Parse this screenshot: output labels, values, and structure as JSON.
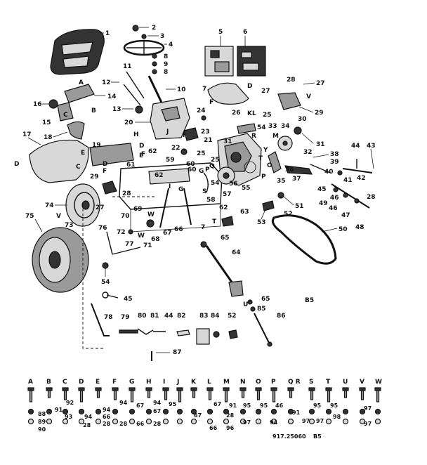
{
  "labels": {
    "n1": "1",
    "n2": "2",
    "n3": "3",
    "n4": "4",
    "n5": "5",
    "n6": "6",
    "n7": "7",
    "n8": "8",
    "n9": "9",
    "n10": "10",
    "n11": "11",
    "n12": "12",
    "n13": "13",
    "n14": "14",
    "n15": "15",
    "n16": "16",
    "n17": "17",
    "n18": "18",
    "n19": "19",
    "n20": "20",
    "n21": "21",
    "n22": "22",
    "n23": "23",
    "n24": "24",
    "n25": "25",
    "n26": "26",
    "n27": "27",
    "n28": "28",
    "n29": "29",
    "n30": "30",
    "n31": "31",
    "n32": "32",
    "n33": "33",
    "n34": "34",
    "n35": "35",
    "n36": "36",
    "n37": "37",
    "n38": "38",
    "n39": "39",
    "n40": "40",
    "n41": "41",
    "n42": "42",
    "n43": "43",
    "n44": "44",
    "n45": "45",
    "n46": "46",
    "n47": "47",
    "n48": "48",
    "n49": "49",
    "n50": "50",
    "n51": "51",
    "n52": "52",
    "n53": "53",
    "n54": "54",
    "n55": "55",
    "n56": "56",
    "n57": "57",
    "n58": "58",
    "n59": "59",
    "n60": "60",
    "n61": "61",
    "n62": "62",
    "n63": "63",
    "n64": "64",
    "n65": "65",
    "n66": "66",
    "n67": "67",
    "n68": "68",
    "n69": "69",
    "n70": "70",
    "n71": "71",
    "n72": "72",
    "n73": "73",
    "n74": "74",
    "n75": "75",
    "n76": "76",
    "n77": "77",
    "n78": "78",
    "n79": "79",
    "n80": "80",
    "n81": "81",
    "n82": "82",
    "n83": "83",
    "n84": "84",
    "n85": "85",
    "n86": "86",
    "n87": "87",
    "n88": "88",
    "n89": "89",
    "n90": "90",
    "n91": "91",
    "n92": "92",
    "n93": "93",
    "n94": "94",
    "n95": "95",
    "n96": "96",
    "n97": "97",
    "n98": "98"
  },
  "letters": {
    "A": "A",
    "B": "B",
    "C": "C",
    "D": "D",
    "E": "E",
    "F": "F",
    "G": "G",
    "H": "H",
    "I": "I",
    "J": "J",
    "K": "K",
    "L": "L",
    "M": "M",
    "N": "N",
    "O": "O",
    "P": "P",
    "Q": "Q",
    "R": "R",
    "S": "S",
    "T": "T",
    "U": "U",
    "V": "V",
    "W": "W",
    "KL": "KL",
    "Y": "Y",
    "QR": "QR"
  },
  "hardware_row": {
    "columns": [
      "A",
      "B",
      "C",
      "D",
      "E",
      "F",
      "G",
      "H",
      "I",
      "J",
      "K",
      "L",
      "M",
      "N",
      "O",
      "P",
      "Q R",
      "S",
      "T",
      "U",
      "V",
      "W"
    ]
  },
  "footer": {
    "page_ref": "B5",
    "catalog": "917.25060",
    "catalog_suffix": "B5"
  }
}
